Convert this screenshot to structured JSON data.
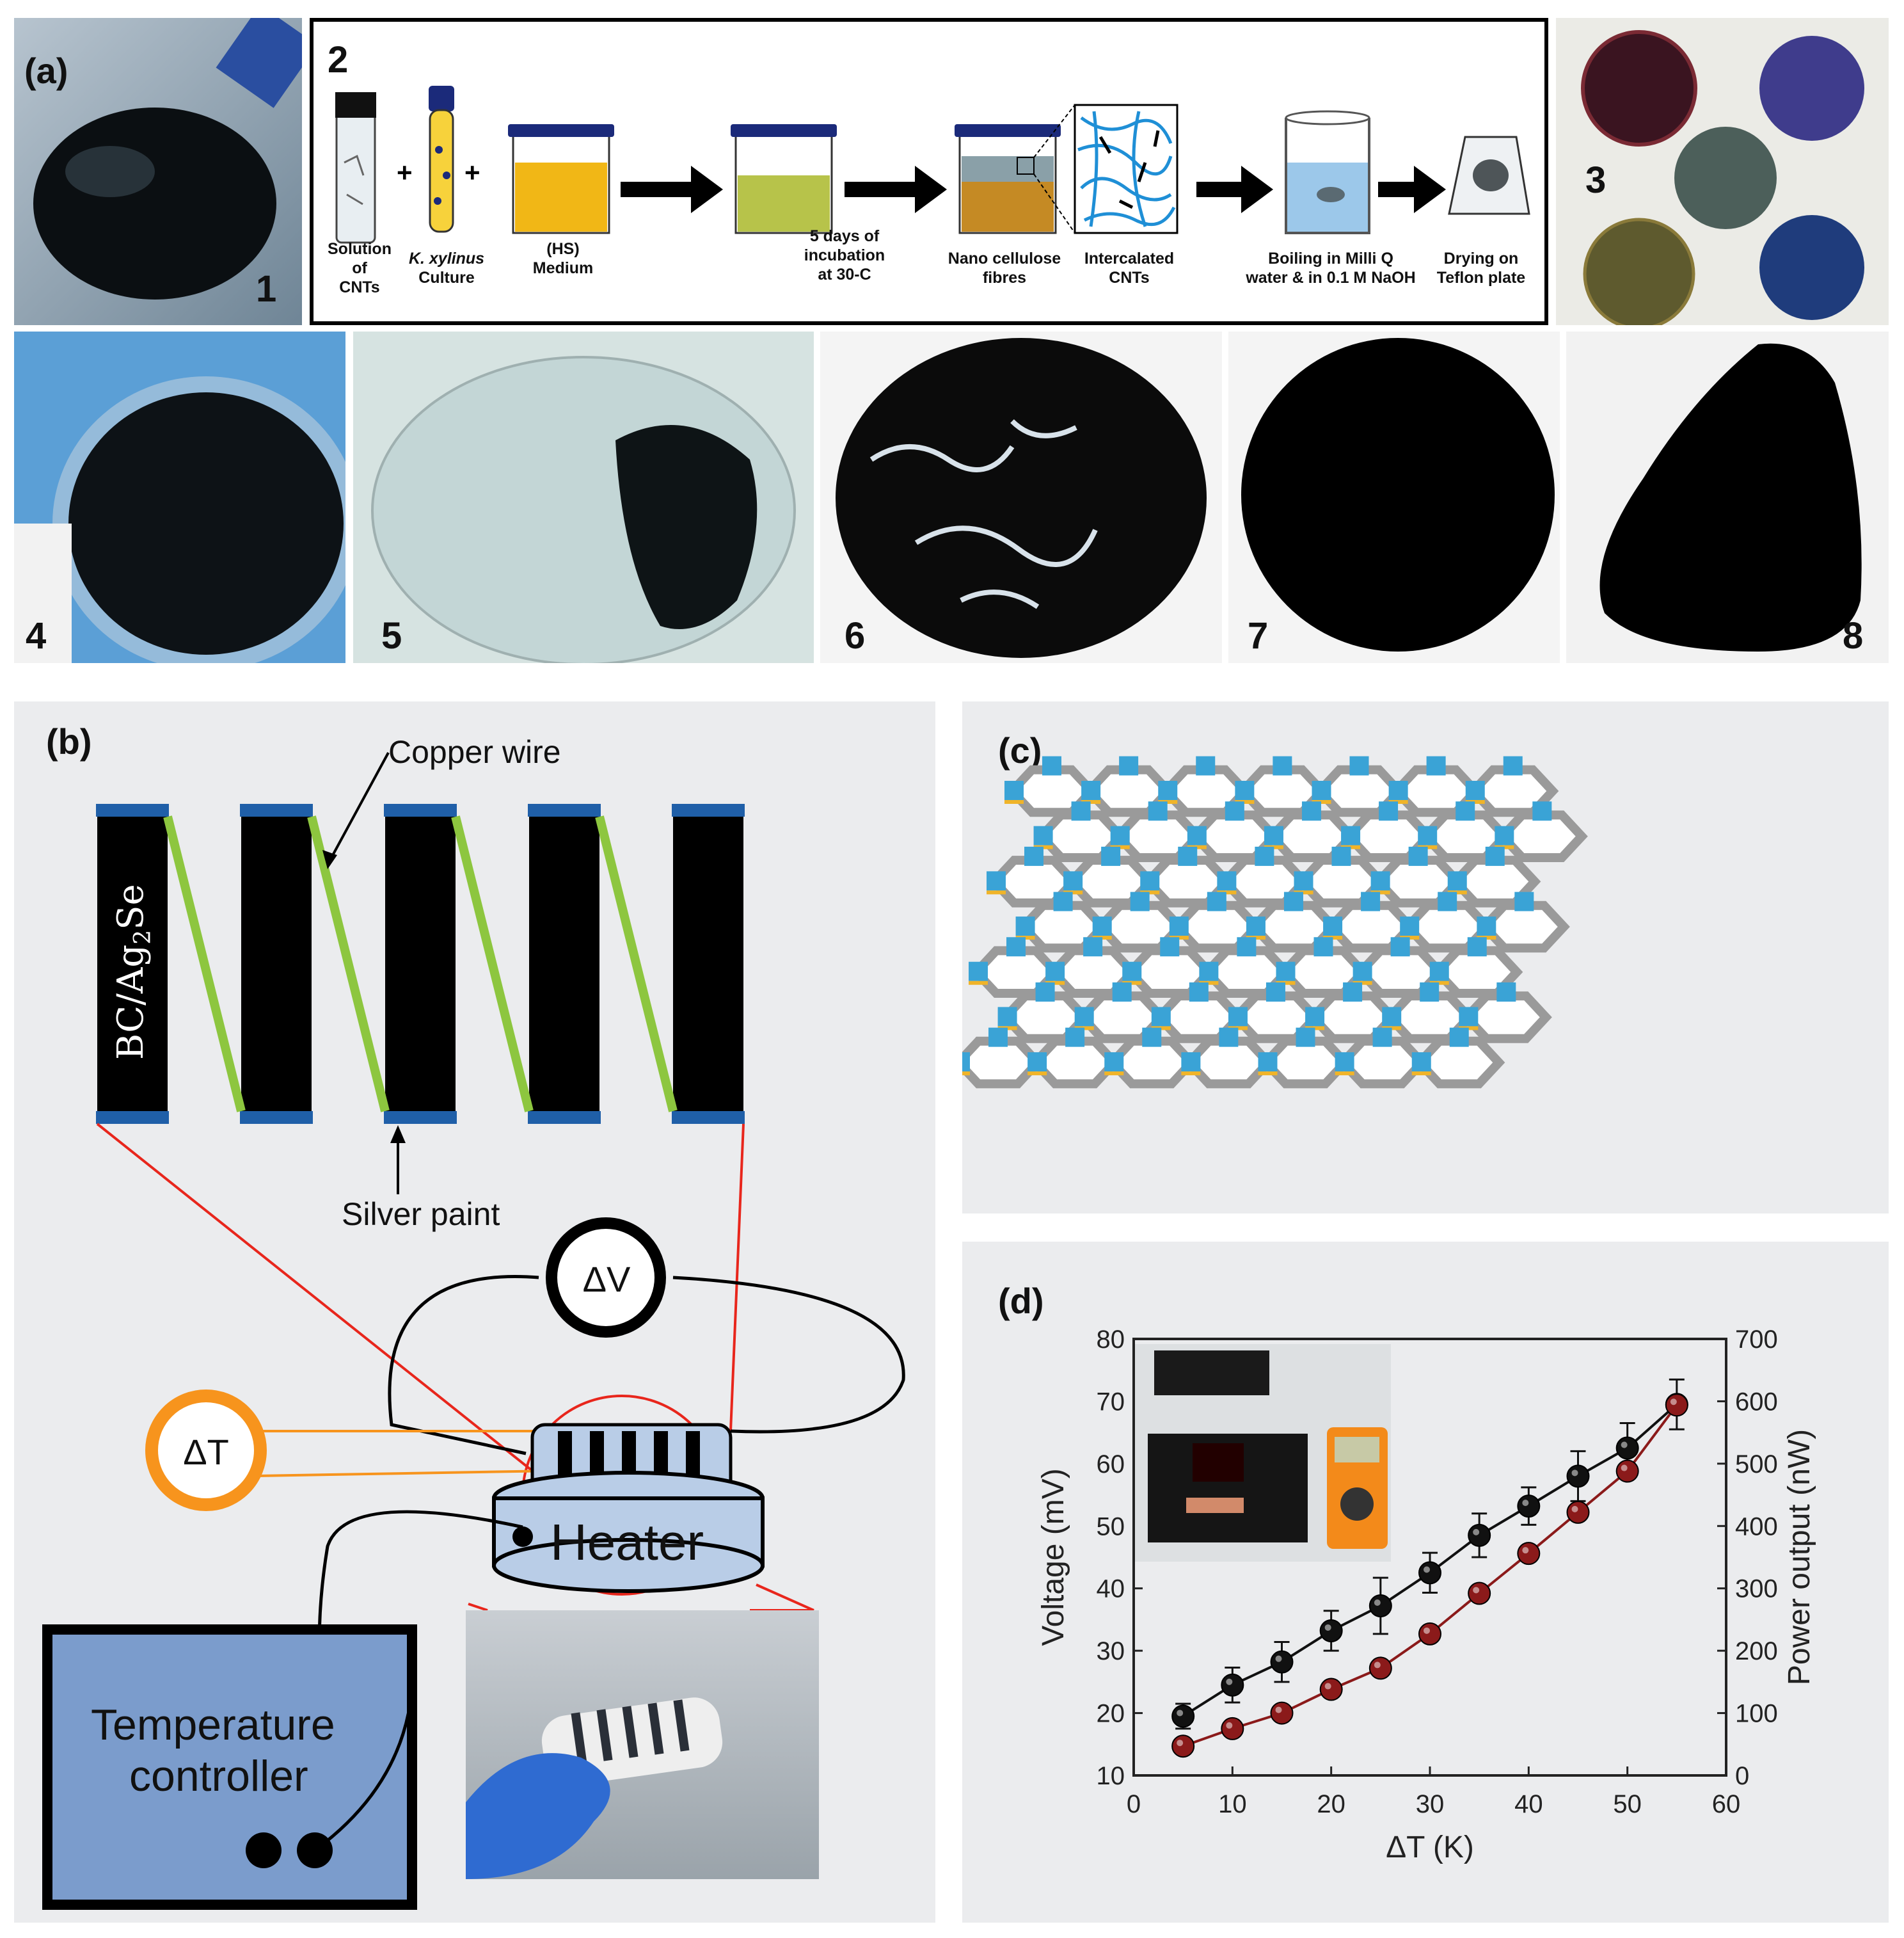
{
  "panel_a": {
    "tag": "(a)",
    "photos": [
      {
        "num": "1",
        "name": "jar-of-cnt-solution"
      },
      {
        "num": "3",
        "name": "colored-pellicles"
      },
      {
        "num": "4",
        "name": "pellicle-in-dish"
      },
      {
        "num": "5",
        "name": "pellicle-lifted"
      },
      {
        "num": "6",
        "name": "wet-disc-membrane"
      },
      {
        "num": "7",
        "name": "black-disc-membrane"
      },
      {
        "num": "8",
        "name": "dried-membrane-sheet"
      }
    ],
    "process": {
      "num": "2",
      "plus": "+",
      "steps": {
        "cnts": "Solution\nof\nCNTs",
        "culture_italic": "K. xylinus",
        "culture": "Culture",
        "medium": "(HS)\nMedium",
        "incubation": "5 days of\nincubation\nat 30-C",
        "fibres": "Nano cellulose\nfibres",
        "intercalated": "Intercalated\nCNTs",
        "boiling": "Boiling in Milli Q\nwater & in 0.1 M NaOH",
        "drying": "Drying on\nTeflon plate"
      }
    }
  },
  "panel_b": {
    "tag": "(b)",
    "copper_wire": "Copper wire",
    "silver_paint": "Silver paint",
    "leg_label_main": "BC/Ag",
    "leg_label_sub": "2",
    "leg_label_end": "Se",
    "delta_v": "ΔV",
    "delta_t": "ΔT",
    "heater": "Heater",
    "controller_line1": "Temperature",
    "controller_line2": "controller",
    "colors": {
      "wire": "#8dc63f",
      "paint": "#1f5fa8",
      "outline": "#e8261c",
      "thermo": "#f7941d",
      "controller": "#7b9ccc"
    }
  },
  "panel_c": {
    "tag": "(c)",
    "colors": {
      "cell": "#3aa3d6",
      "wall": "#9a9a9a",
      "edge": "#f0b429"
    }
  },
  "panel_d": {
    "tag": "(d)"
  },
  "chart_data": {
    "type": "scatter",
    "xlabel": "ΔT (K)",
    "ylabel": "Voltage (mV)",
    "y2label": "Power output (nW)",
    "xlim": [
      0,
      60
    ],
    "ylim": [
      10,
      80
    ],
    "y2lim": [
      0,
      700
    ],
    "xticks": [
      0,
      10,
      20,
      30,
      40,
      50,
      60
    ],
    "yticks": [
      10,
      20,
      30,
      40,
      50,
      60,
      70,
      80
    ],
    "y2ticks": [
      0,
      100,
      200,
      300,
      400,
      500,
      600,
      700
    ],
    "x": [
      5,
      10,
      15,
      20,
      25,
      30,
      35,
      40,
      45,
      50,
      55
    ],
    "series": [
      {
        "axis": "left",
        "color": "#111111",
        "values": [
          19.5,
          24.5,
          28.2,
          33.2,
          37.2,
          42.5,
          48.5,
          53.2,
          58.0,
          62.5,
          69.5
        ],
        "errors": [
          2.0,
          2.8,
          3.2,
          3.2,
          4.5,
          3.2,
          3.5,
          3.0,
          4.0,
          4.0,
          4.0
        ]
      },
      {
        "axis": "right",
        "color": "#8b1a1a",
        "values": [
          47,
          75,
          100,
          138,
          172,
          227,
          292,
          356,
          422,
          488,
          594
        ]
      }
    ]
  }
}
